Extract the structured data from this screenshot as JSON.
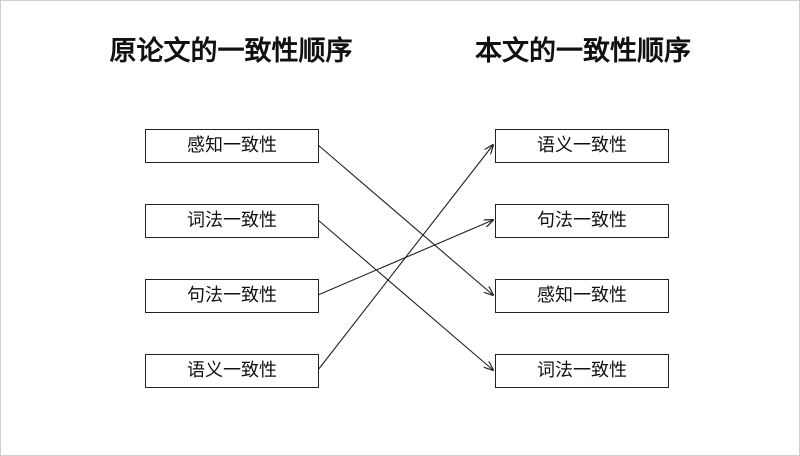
{
  "diagram": {
    "left_title": "原论文的一致性顺序",
    "right_title": "本文的一致性顺序",
    "left_items": [
      "感知一致性",
      "词法一致性",
      "句法一致性",
      "语义一致性"
    ],
    "right_items": [
      "语义一致性",
      "句法一致性",
      "感知一致性",
      "词法一致性"
    ],
    "mapping": [
      {
        "from": 0,
        "to": 2
      },
      {
        "from": 1,
        "to": 3
      },
      {
        "from": 2,
        "to": 1
      },
      {
        "from": 3,
        "to": 0
      }
    ],
    "line_color": "#222222"
  }
}
